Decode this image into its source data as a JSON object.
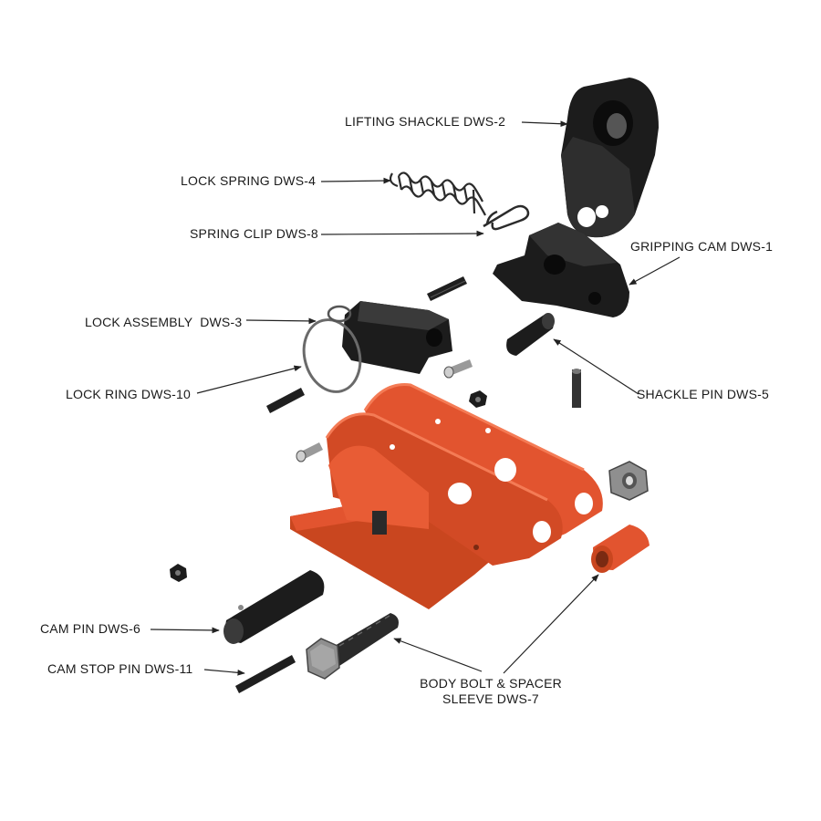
{
  "colors": {
    "body": "#e2542f",
    "body_dark": "#b8401f",
    "body_light": "#f06a42",
    "part_black": "#1c1c1c",
    "part_black_light": "#3a3a3a",
    "steel": "#8a8a8a",
    "steel_light": "#cfcfcf",
    "line": "#222222"
  },
  "labels": {
    "lifting_shackle": "LIFTING SHACKLE DWS-2",
    "lock_spring": "LOCK SPRING DWS-4",
    "spring_clip": "SPRING CLIP DWS-8",
    "gripping_cam": "GRIPPING CAM DWS-1",
    "lock_assembly": "LOCK ASSEMBLY  DWS-3",
    "lock_ring": "LOCK RING DWS-10",
    "shackle_pin": "SHACKLE PIN DWS-5",
    "cam_pin": "CAM PIN DWS-6",
    "cam_stop_pin": "CAM STOP PIN DWS-11",
    "body_bolt_line1": "BODY BOLT & SPACER",
    "body_bolt_line2": "SLEEVE DWS-7"
  }
}
